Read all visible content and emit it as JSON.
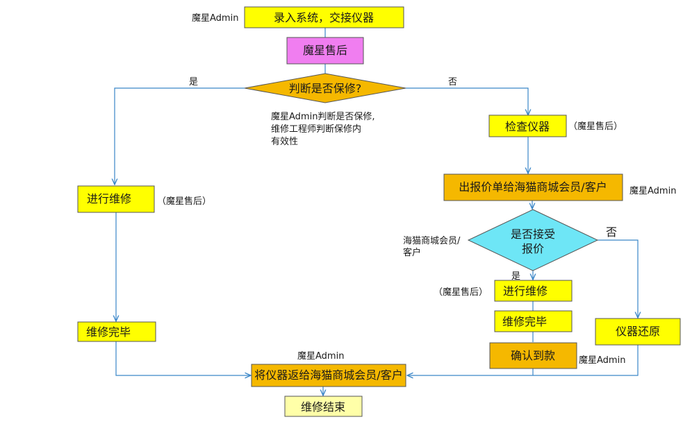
{
  "colors": {
    "yellow": "#ffff00",
    "orange": "#f5b800",
    "pink": "#f07ef0",
    "cyan": "#6ee6f6",
    "pale_yellow": "#ffffa8",
    "border": "#555555",
    "arrow": "#3a86c8"
  },
  "nodes": {
    "record_system": "录入系统，交接仪器",
    "moxing_aftersales": "魔星售后",
    "decide_warranty": "判断是否保修?",
    "inspect_instrument": "检查仪器",
    "issue_quote": "出报价单给海猫商城会员/客户",
    "accept_quote_line1": "是否接受",
    "accept_quote_line2": "报价",
    "repair_left": "进行维修",
    "repair_done_left": "维修完毕",
    "repair_right": "进行维修",
    "repair_done_right": "维修完毕",
    "confirm_payment": "确认到款",
    "restore_instrument": "仪器还原",
    "return_instrument": "将仪器返给海猫商城会员/客户",
    "repair_end": "维修结束"
  },
  "labels": {
    "admin_top": "魔星Admin",
    "yes_left": "是",
    "no_right": "否",
    "warranty_note_line1": "魔星Admin判断是否保修,",
    "warranty_note_line2": "维修工程师判断保修内",
    "warranty_note_line3": "有效性",
    "aftersales_inspect": "（魔星售后）",
    "admin_quote": "魔星Admin",
    "aftersales_left_repair": "（魔星售后）",
    "member_line1": "海猫商城会员/",
    "member_line2": "客户",
    "no_accept": "否",
    "yes_accept": "是",
    "aftersales_right_repair": "（魔星售后）",
    "admin_confirm": "魔星Admin",
    "admin_return": "魔星Admin"
  }
}
